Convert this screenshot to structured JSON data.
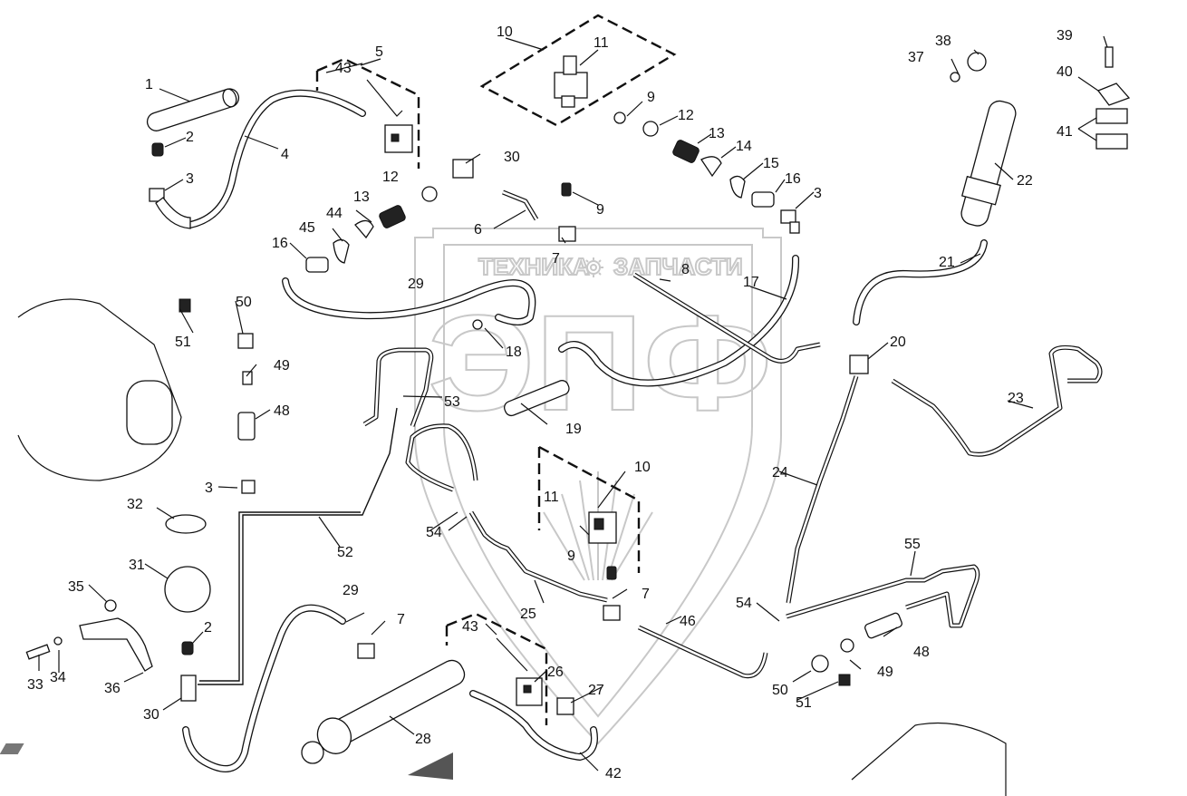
{
  "title": "Hydraulic piping parts diagram",
  "watermark": {
    "left_word": "ТЕХНИКА",
    "right_word": "ЗАПЧАСТИ",
    "logo_letters": "ЭПФ",
    "gear_icon": "gear-icon"
  },
  "callouts": [
    {
      "id": "c1",
      "number": "1"
    },
    {
      "id": "c2a",
      "number": "2"
    },
    {
      "id": "c2b",
      "number": "2"
    },
    {
      "id": "c3a",
      "number": "3"
    },
    {
      "id": "c3b",
      "number": "3"
    },
    {
      "id": "c3c",
      "number": "3"
    },
    {
      "id": "c4",
      "number": "4"
    },
    {
      "id": "c5",
      "number": "5"
    },
    {
      "id": "c6",
      "number": "6"
    },
    {
      "id": "c7a",
      "number": "7"
    },
    {
      "id": "c7b",
      "number": "7"
    },
    {
      "id": "c7c",
      "number": "7"
    },
    {
      "id": "c8",
      "number": "8"
    },
    {
      "id": "c9a",
      "number": "9"
    },
    {
      "id": "c9b",
      "number": "9"
    },
    {
      "id": "c9c",
      "number": "9"
    },
    {
      "id": "c10a",
      "number": "10"
    },
    {
      "id": "c10b",
      "number": "10"
    },
    {
      "id": "c11a",
      "number": "11"
    },
    {
      "id": "c11b",
      "number": "11"
    },
    {
      "id": "c12a",
      "number": "12"
    },
    {
      "id": "c12b",
      "number": "12"
    },
    {
      "id": "c13a",
      "number": "13"
    },
    {
      "id": "c13b",
      "number": "13"
    },
    {
      "id": "c14",
      "number": "14"
    },
    {
      "id": "c15",
      "number": "15"
    },
    {
      "id": "c16a",
      "number": "16"
    },
    {
      "id": "c16b",
      "number": "16"
    },
    {
      "id": "c17",
      "number": "17"
    },
    {
      "id": "c18",
      "number": "18"
    },
    {
      "id": "c19",
      "number": "19"
    },
    {
      "id": "c20",
      "number": "20"
    },
    {
      "id": "c21",
      "number": "21"
    },
    {
      "id": "c22",
      "number": "22"
    },
    {
      "id": "c23",
      "number": "23"
    },
    {
      "id": "c24",
      "number": "24"
    },
    {
      "id": "c25",
      "number": "25"
    },
    {
      "id": "c26",
      "number": "26"
    },
    {
      "id": "c27",
      "number": "27"
    },
    {
      "id": "c28",
      "number": "28"
    },
    {
      "id": "c29a",
      "number": "29"
    },
    {
      "id": "c29b",
      "number": "29"
    },
    {
      "id": "c30a",
      "number": "30"
    },
    {
      "id": "c30b",
      "number": "30"
    },
    {
      "id": "c31",
      "number": "31"
    },
    {
      "id": "c32",
      "number": "32"
    },
    {
      "id": "c33",
      "number": "33"
    },
    {
      "id": "c34",
      "number": "34"
    },
    {
      "id": "c35",
      "number": "35"
    },
    {
      "id": "c36",
      "number": "36"
    },
    {
      "id": "c37",
      "number": "37"
    },
    {
      "id": "c38",
      "number": "38"
    },
    {
      "id": "c39",
      "number": "39"
    },
    {
      "id": "c40",
      "number": "40"
    },
    {
      "id": "c41",
      "number": "41"
    },
    {
      "id": "c42",
      "number": "42"
    },
    {
      "id": "c43a",
      "number": "43"
    },
    {
      "id": "c43b",
      "number": "43"
    },
    {
      "id": "c44",
      "number": "44"
    },
    {
      "id": "c45",
      "number": "45"
    },
    {
      "id": "c46",
      "number": "46"
    },
    {
      "id": "c48a",
      "number": "48"
    },
    {
      "id": "c48b",
      "number": "48"
    },
    {
      "id": "c49a",
      "number": "49"
    },
    {
      "id": "c49b",
      "number": "49"
    },
    {
      "id": "c50a",
      "number": "50"
    },
    {
      "id": "c50b",
      "number": "50"
    },
    {
      "id": "c51a",
      "number": "51"
    },
    {
      "id": "c51b",
      "number": "51"
    },
    {
      "id": "c52",
      "number": "52"
    },
    {
      "id": "c53",
      "number": "53"
    },
    {
      "id": "c54a",
      "number": "54"
    },
    {
      "id": "c54b",
      "number": "54"
    },
    {
      "id": "c55",
      "number": "55"
    }
  ]
}
